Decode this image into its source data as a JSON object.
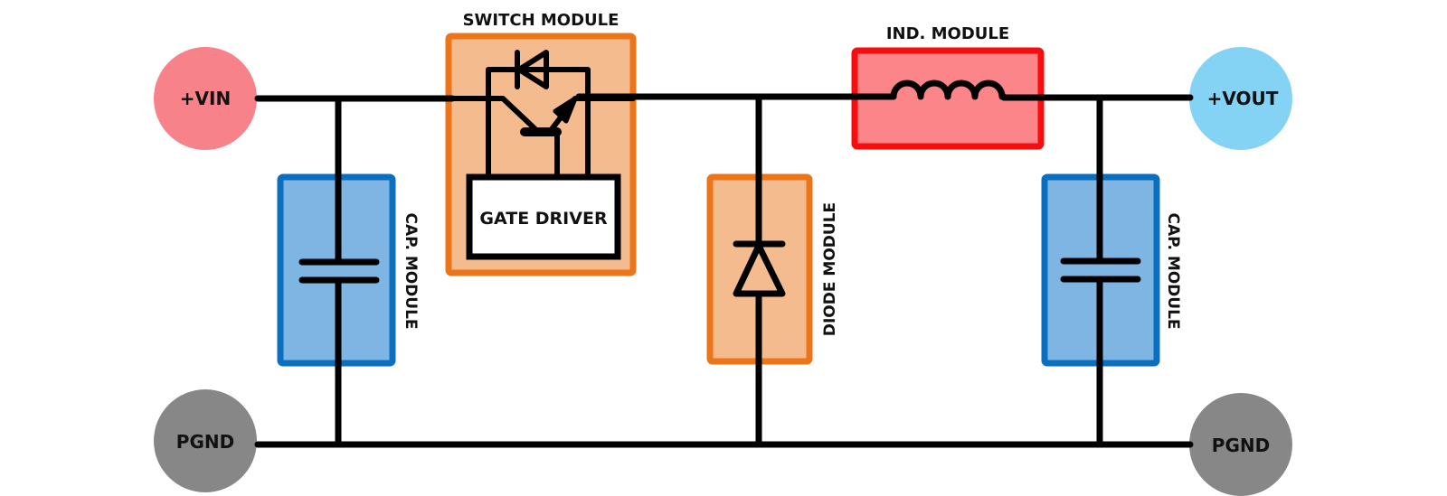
{
  "terminals": {
    "vin": {
      "label": "+VIN",
      "color": "#f78289"
    },
    "vout": {
      "label": "+VOUT",
      "color": "#84d2f4"
    },
    "pgnd_left": {
      "label": "PGND",
      "color": "#878787"
    },
    "pgnd_right": {
      "label": "PGND",
      "color": "#878787"
    }
  },
  "modules": {
    "switch": {
      "title": "SWITCH MODULE",
      "inner_label": "GATE DRIVER",
      "fill": "#f4bc8e",
      "stroke": "#ec7419"
    },
    "inductor": {
      "title": "IND. MODULE",
      "fill": "#fb8589",
      "stroke": "#f70d0d"
    },
    "diode": {
      "title": "DIODE MODULE",
      "fill": "#f4bc8e",
      "stroke": "#ec7419"
    },
    "cap_in": {
      "title": "CAP. MODULE",
      "fill": "#7fb5e2",
      "stroke": "#0b6fc0"
    },
    "cap_out": {
      "title": "CAP. MODULE",
      "fill": "#7fb5e2",
      "stroke": "#0b6fc0"
    }
  }
}
